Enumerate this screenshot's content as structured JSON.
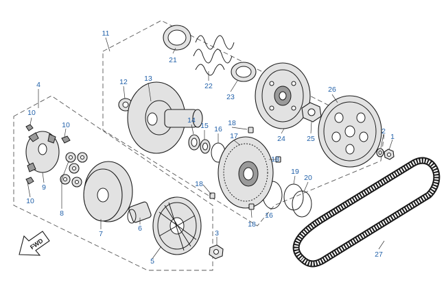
{
  "callouts": [
    {
      "id": "c1",
      "text": "1"
    },
    {
      "id": "c2",
      "text": "2"
    },
    {
      "id": "c3",
      "text": "3"
    },
    {
      "id": "c4",
      "text": "4"
    },
    {
      "id": "c5",
      "text": "5"
    },
    {
      "id": "c6",
      "text": "6"
    },
    {
      "id": "c7",
      "text": "7"
    },
    {
      "id": "c8",
      "text": "8"
    },
    {
      "id": "c9",
      "text": "9"
    },
    {
      "id": "c10a",
      "text": "10"
    },
    {
      "id": "c10b",
      "text": "10"
    },
    {
      "id": "c10c",
      "text": "10"
    },
    {
      "id": "c11",
      "text": "11"
    },
    {
      "id": "c12",
      "text": "12"
    },
    {
      "id": "c13",
      "text": "13"
    },
    {
      "id": "c14",
      "text": "14"
    },
    {
      "id": "c15",
      "text": "15"
    },
    {
      "id": "c16a",
      "text": "16"
    },
    {
      "id": "c16b",
      "text": "16"
    },
    {
      "id": "c17",
      "text": "17"
    },
    {
      "id": "c18a",
      "text": "18"
    },
    {
      "id": "c18b",
      "text": "18"
    },
    {
      "id": "c18c",
      "text": "18"
    },
    {
      "id": "c18d",
      "text": "18"
    },
    {
      "id": "c19",
      "text": "19"
    },
    {
      "id": "c20",
      "text": "20"
    },
    {
      "id": "c21",
      "text": "21"
    },
    {
      "id": "c22",
      "text": "22"
    },
    {
      "id": "c23",
      "text": "23"
    },
    {
      "id": "c24",
      "text": "24"
    },
    {
      "id": "c25",
      "text": "25"
    },
    {
      "id": "c26",
      "text": "26"
    },
    {
      "id": "c27",
      "text": "27"
    }
  ],
  "direction_arrow": {
    "label": "FWD"
  },
  "colors": {
    "callout": "#1f5fa8",
    "line": "#1a1a1a",
    "part_fill": "#e2e2e2"
  }
}
